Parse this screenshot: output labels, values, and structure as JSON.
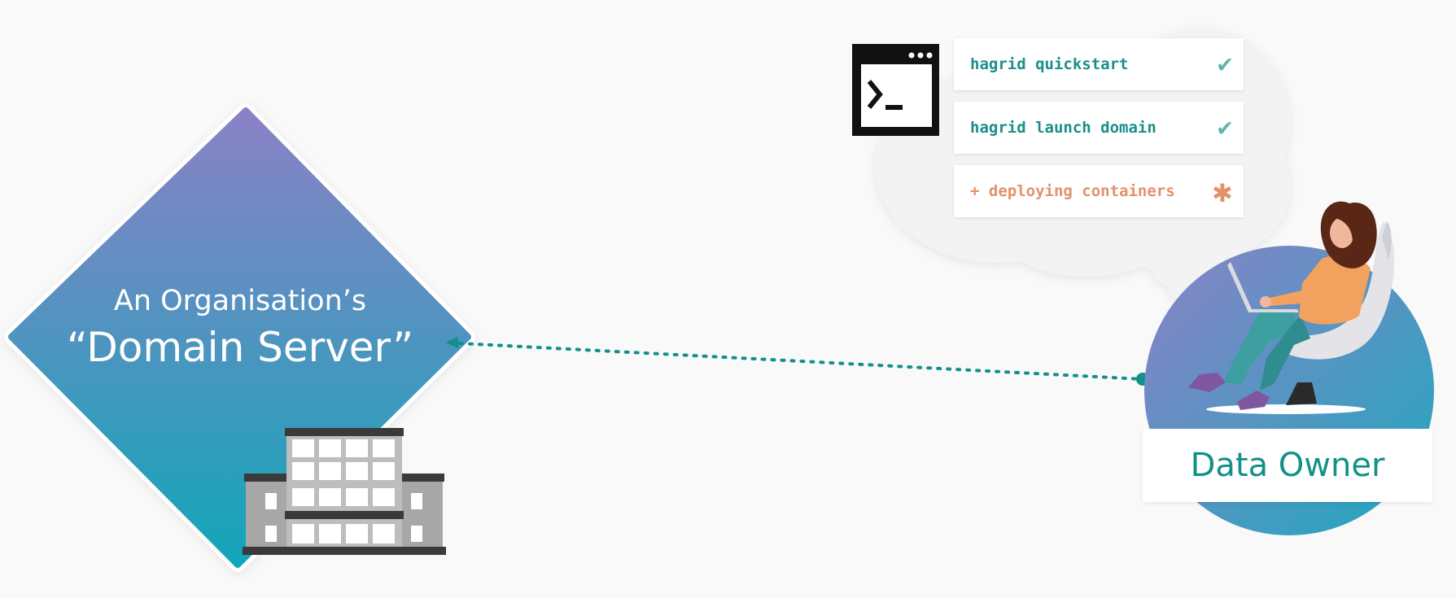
{
  "domain_server": {
    "line1": "An Organisation’s",
    "line2": "“Domain Server”"
  },
  "terminal": {
    "icon": "terminal-icon",
    "commands": [
      {
        "text": "hagrid quickstart",
        "status": "done",
        "status_icon": "check-icon"
      },
      {
        "text": "hagrid launch domain",
        "status": "done",
        "status_icon": "check-icon"
      },
      {
        "text": "+ deploying containers",
        "status": "in-progress",
        "status_icon": "asterisk-icon"
      }
    ]
  },
  "data_owner": {
    "label": "Data Owner",
    "illustration": "person-with-laptop-in-chair"
  },
  "colors": {
    "gradient_top": "#8b82c6",
    "gradient_bottom": "#12a6b9",
    "teal": "#129089",
    "check": "#5fb5ad",
    "pending": "#e3916a"
  }
}
